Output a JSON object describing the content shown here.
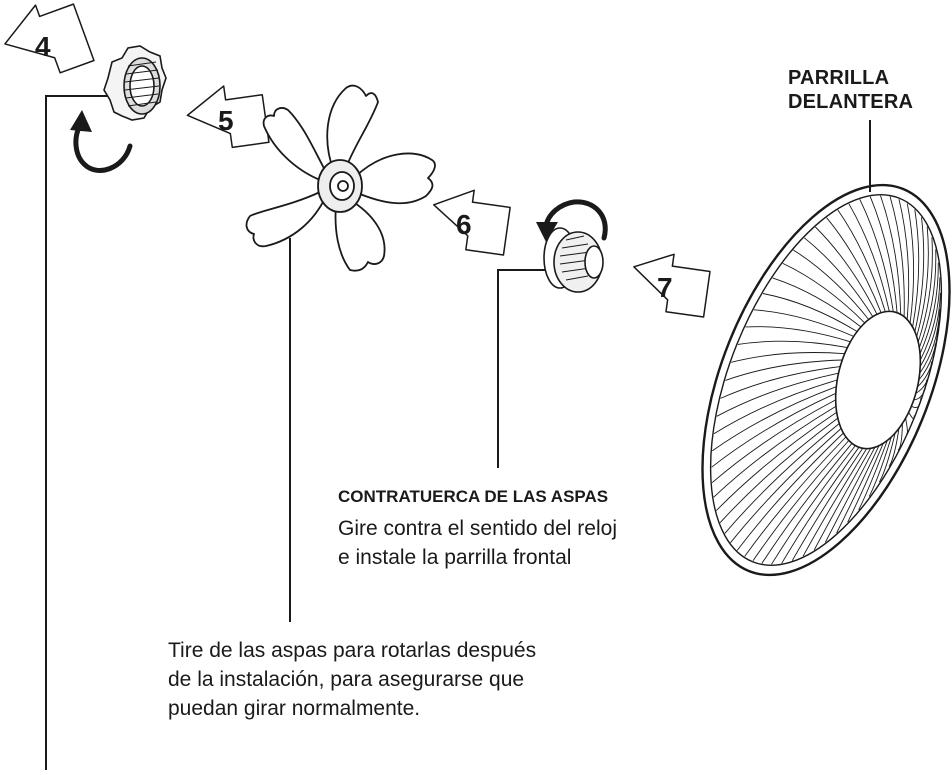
{
  "steps": [
    "4",
    "5",
    "6",
    "7"
  ],
  "labels": {
    "front_grille_line1": "PARRILLA",
    "front_grille_line2": "DELANTERA",
    "blade_nut_title": "CONTRATUERCA DE LAS ASPAS",
    "blade_nut_line1": "Gire contra el sentido del reloj",
    "blade_nut_line2": "e instale la parrilla frontal",
    "blades_line1": "Tire de las aspas para rotarlas después",
    "blades_line2": "de la instalación, para asegurarse que",
    "blades_line3": "puedan girar normalmente."
  },
  "icons": {
    "step_arrow": "arrow-left-icon",
    "rotate_cw": "rotate-clockwise-icon",
    "rotate_ccw": "rotate-counterclockwise-icon"
  },
  "colors": {
    "ink": "#1a1a1a",
    "paper": "#ffffff"
  }
}
